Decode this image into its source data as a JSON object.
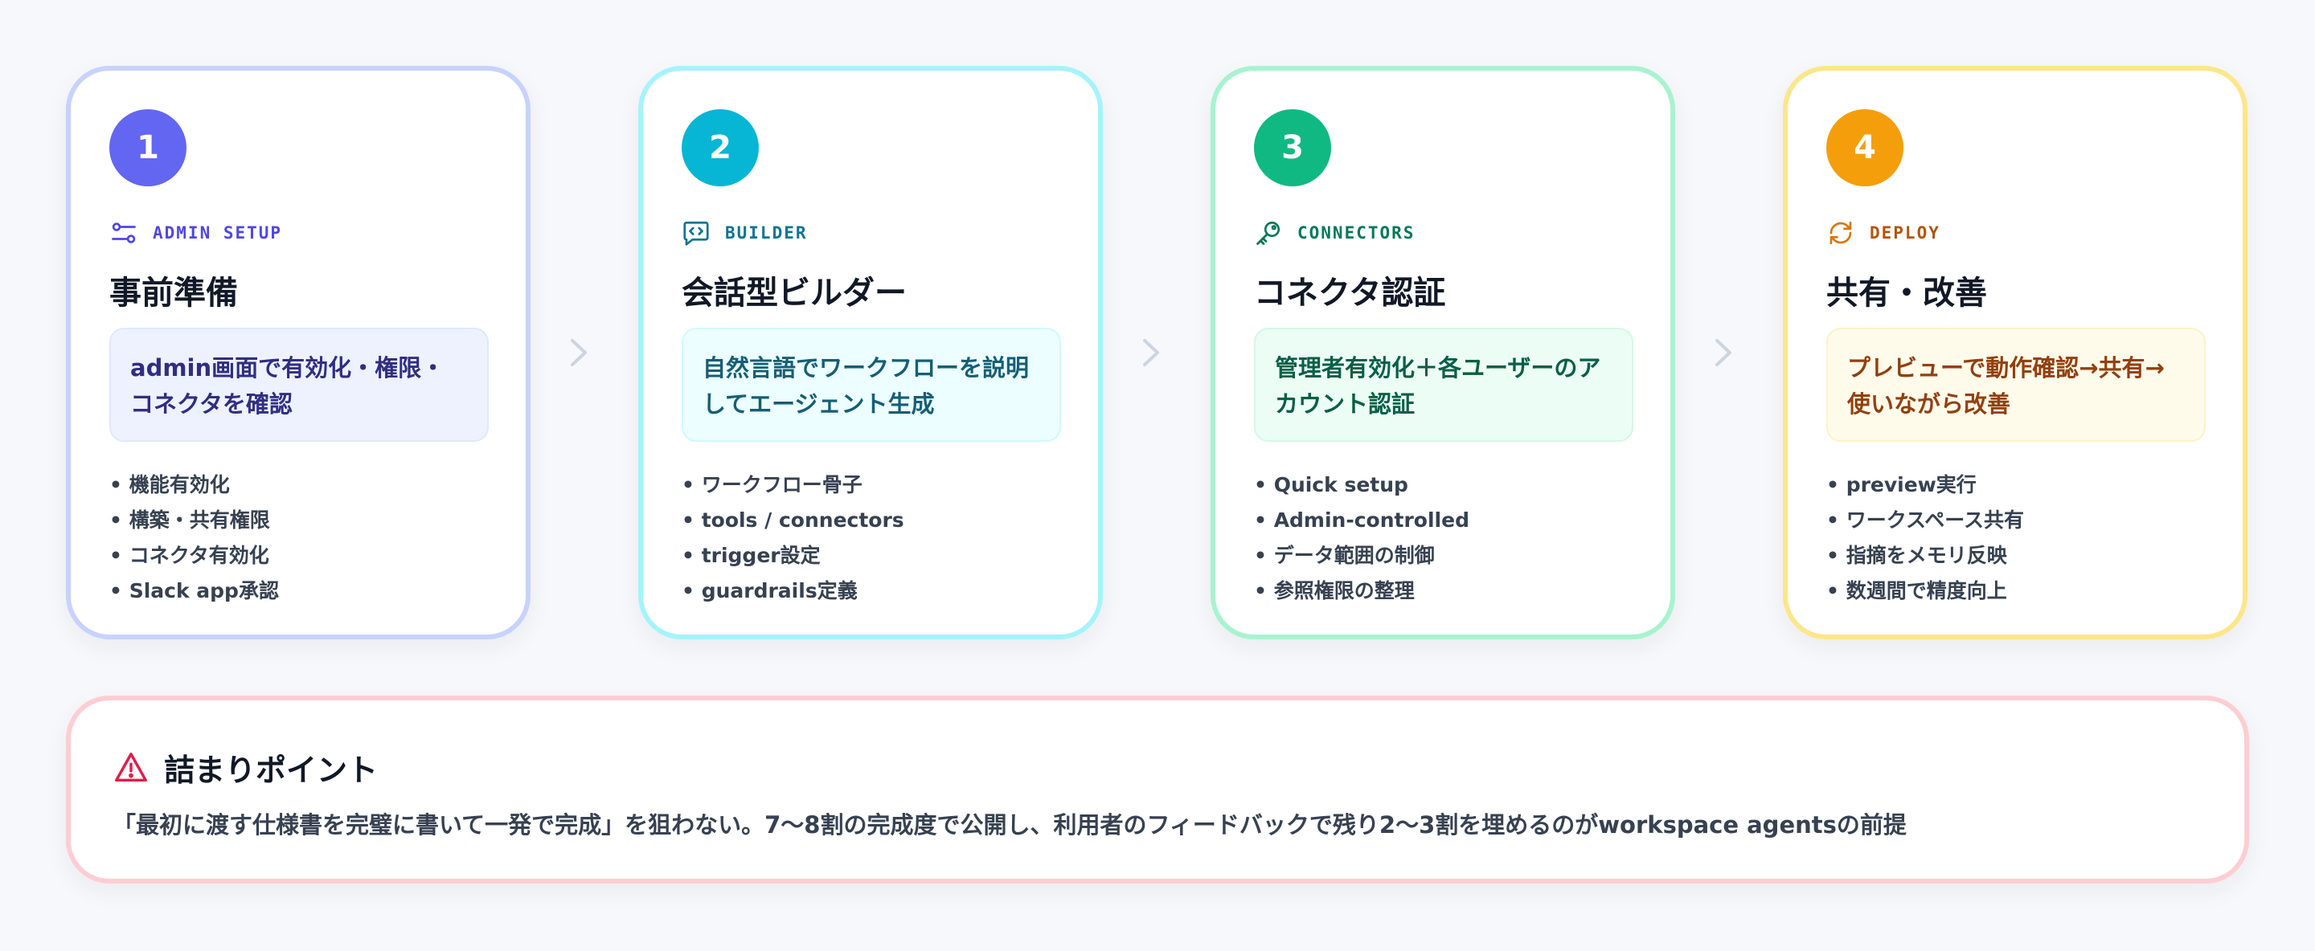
{
  "steps": [
    {
      "number": "1",
      "tag": "ADMIN SETUP",
      "icon": "sliders-icon",
      "title": "事前準備",
      "callout": "admin画面で有効化・権限・コネクタを確認",
      "bullets": [
        "機能有効化",
        "構築・共有権限",
        "コネクタ有効化",
        "Slack app承認"
      ]
    },
    {
      "number": "2",
      "tag": "BUILDER",
      "icon": "code-chat-icon",
      "title": "会話型ビルダー",
      "callout": "自然言語でワークフローを説明してエージェント生成",
      "bullets": [
        "ワークフロー骨子",
        "tools / connectors",
        "trigger設定",
        "guardrails定義"
      ]
    },
    {
      "number": "3",
      "tag": "CONNECTORS",
      "icon": "key-icon",
      "title": "コネクタ認証",
      "callout": "管理者有効化＋各ユーザーのアカウント認証",
      "bullets": [
        "Quick setup",
        "Admin-controlled",
        "データ範囲の制御",
        "参照権限の整理"
      ]
    },
    {
      "number": "4",
      "tag": "DEPLOY",
      "icon": "refresh-icon",
      "title": "共有・改善",
      "callout": "プレビューで動作確認→共有→使いながら改善",
      "bullets": [
        "preview実行",
        "ワークスペース共有",
        "指摘をメモリ反映",
        "数週間で精度向上"
      ]
    }
  ],
  "pitfall": {
    "icon": "warning-icon",
    "title": "詰まりポイント",
    "body": "「最初に渡す仕様書を完璧に書いて一発で完成」を狙わない。7〜8割の完成度で公開し、利用者のフィードバックで残り2〜3割を埋めるのがworkspace agentsの前提"
  },
  "colors": {
    "step1": "#6366f1",
    "step2": "#06b6d4",
    "step3": "#10b981",
    "step4": "#f59e0b",
    "pitfall": "#e11d48",
    "arrow": "#cbd5e1"
  }
}
